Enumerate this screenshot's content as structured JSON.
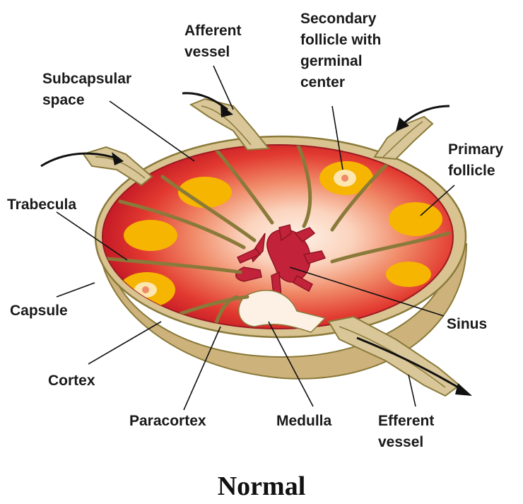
{
  "labels": {
    "afferent_vessel": [
      "Afferent",
      "vessel"
    ],
    "subcapsular_space": [
      "Subcapsular",
      "space"
    ],
    "secondary_follicle": [
      "Secondary",
      "follicle with",
      "germinal",
      "center"
    ],
    "primary_follicle": [
      "Primary",
      "follicle"
    ],
    "trabecula": [
      "Trabecula"
    ],
    "capsule": [
      "Capsule"
    ],
    "cortex": [
      "Cortex"
    ],
    "paracortex": [
      "Paracortex"
    ],
    "medulla": [
      "Medulla"
    ],
    "sinus": [
      "Sinus"
    ],
    "efferent_vessel": [
      "Efferent",
      "vessel"
    ]
  },
  "title": "Normal",
  "colors": {
    "capsule": "#d4bc86",
    "cortex": "#d8222a",
    "paracortex": "#f3a583",
    "center": "#fde7d5",
    "follicle": "#f6b500",
    "germinal_center": "#fde6b0",
    "medulla": "#c2233a",
    "trabecula": "#8a7a3a"
  }
}
